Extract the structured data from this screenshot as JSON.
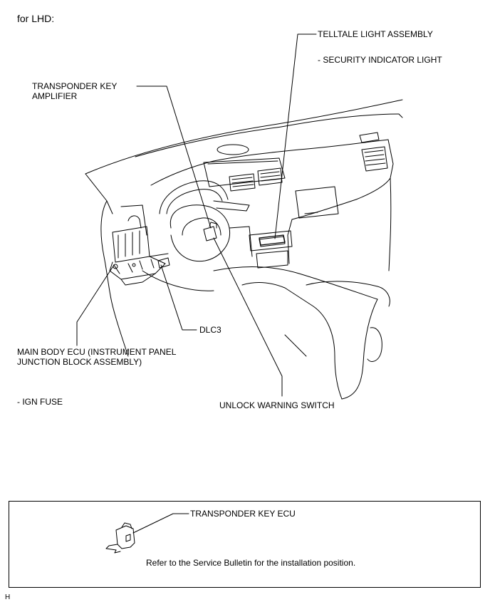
{
  "title": "for LHD:",
  "labels": {
    "telltale": "TELLTALE LIGHT ASSEMBLY",
    "security": "- SECURITY INDICATOR LIGHT",
    "transponder_amp": "TRANSPONDER KEY\nAMPLIFIER",
    "dlc3": "DLC3",
    "main_body_ecu": "MAIN BODY ECU (INSTRUMENT PANEL\nJUNCTION BLOCK ASSEMBLY)",
    "ign_fuse": "- IGN FUSE",
    "unlock_switch": "UNLOCK WARNING SWITCH"
  },
  "inset": {
    "ecu_label": "TRANSPONDER KEY ECU",
    "note": "Refer to the Service Bulletin for the installation position."
  },
  "corner_mark": "H"
}
